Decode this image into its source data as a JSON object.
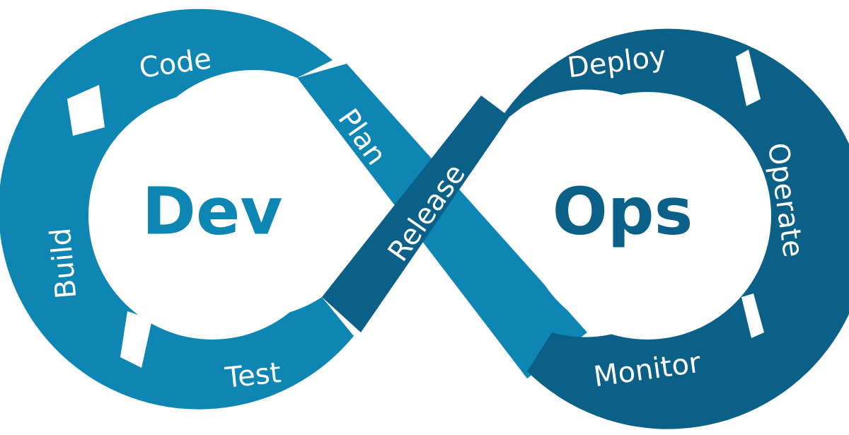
{
  "colors": {
    "dev_color": "#0e86b4",
    "ops_color": "#0b6088",
    "background": "#ffffff"
  },
  "dev": {
    "title": "Dev",
    "stages": {
      "plan": "Plan",
      "code": "Code",
      "build": "Build",
      "test": "Test"
    }
  },
  "ops": {
    "title": "Ops",
    "stages": {
      "release": "Release",
      "deploy": "Deploy",
      "operate": "Operate",
      "monitor": "Monitor"
    }
  }
}
